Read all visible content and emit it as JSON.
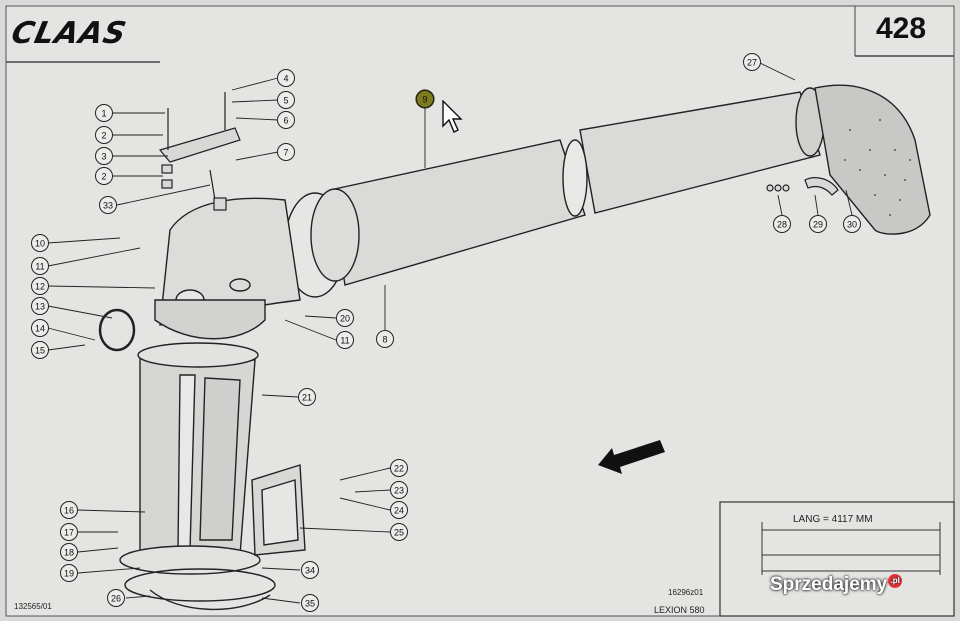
{
  "header": {
    "brand": "CLAAS",
    "page_number": "428"
  },
  "callouts": [
    {
      "n": "1"
    },
    {
      "n": "2"
    },
    {
      "n": "3"
    },
    {
      "n": "2"
    },
    {
      "n": "33"
    },
    {
      "n": "4"
    },
    {
      "n": "5"
    },
    {
      "n": "6"
    },
    {
      "n": "7"
    },
    {
      "n": "9"
    },
    {
      "n": "27"
    },
    {
      "n": "10"
    },
    {
      "n": "11"
    },
    {
      "n": "12"
    },
    {
      "n": "13"
    },
    {
      "n": "14"
    },
    {
      "n": "15"
    },
    {
      "n": "20"
    },
    {
      "n": "11"
    },
    {
      "n": "8"
    },
    {
      "n": "28"
    },
    {
      "n": "29"
    },
    {
      "n": "30"
    },
    {
      "n": "21"
    },
    {
      "n": "22"
    },
    {
      "n": "23"
    },
    {
      "n": "24"
    },
    {
      "n": "25"
    },
    {
      "n": "16"
    },
    {
      "n": "17"
    },
    {
      "n": "18"
    },
    {
      "n": "19"
    },
    {
      "n": "26"
    },
    {
      "n": "34"
    },
    {
      "n": "35"
    }
  ],
  "inset": {
    "dimension_label": "LANG = 4117 MM"
  },
  "footer": {
    "left_code": "132565/01",
    "drawing_code": "16296z01",
    "model": "LEXION 580"
  },
  "watermark": {
    "text": "Sprzedajemy",
    "badge": ".pl"
  }
}
